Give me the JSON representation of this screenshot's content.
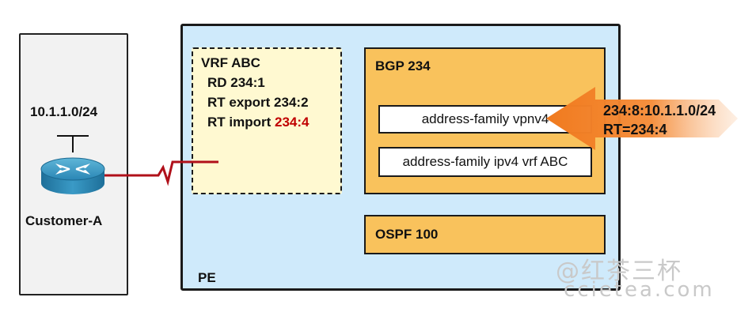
{
  "customer": {
    "prefix": "10.1.1.0/24",
    "router_label": "Customer-A"
  },
  "pe": {
    "label": "PE",
    "vrf": {
      "name": "VRF ABC",
      "rd": "RD 234:1",
      "rt_export": "RT export 234:2",
      "rt_import_prefix": "RT import ",
      "rt_import_value": "234:4"
    },
    "bgp": {
      "title": "BGP 234",
      "af_vpnv4": "address-family vpnv4",
      "af_ipv4_vrf": "address-family ipv4 vrf ABC"
    },
    "ospf": {
      "title": "OSPF 100"
    }
  },
  "incoming_route": {
    "route": "234:8:10.1.1.0/24",
    "rt": "RT=234:4"
  },
  "watermark": {
    "line1": "@红茶三杯",
    "line2": "ccietea.com"
  },
  "colors": {
    "pe_background": "#cfeafb",
    "vrf_background": "#fff9d1",
    "bgp_background": "#f9c25c",
    "highlight_red": "#c00000",
    "arrow_orange": "#f07a1e"
  }
}
